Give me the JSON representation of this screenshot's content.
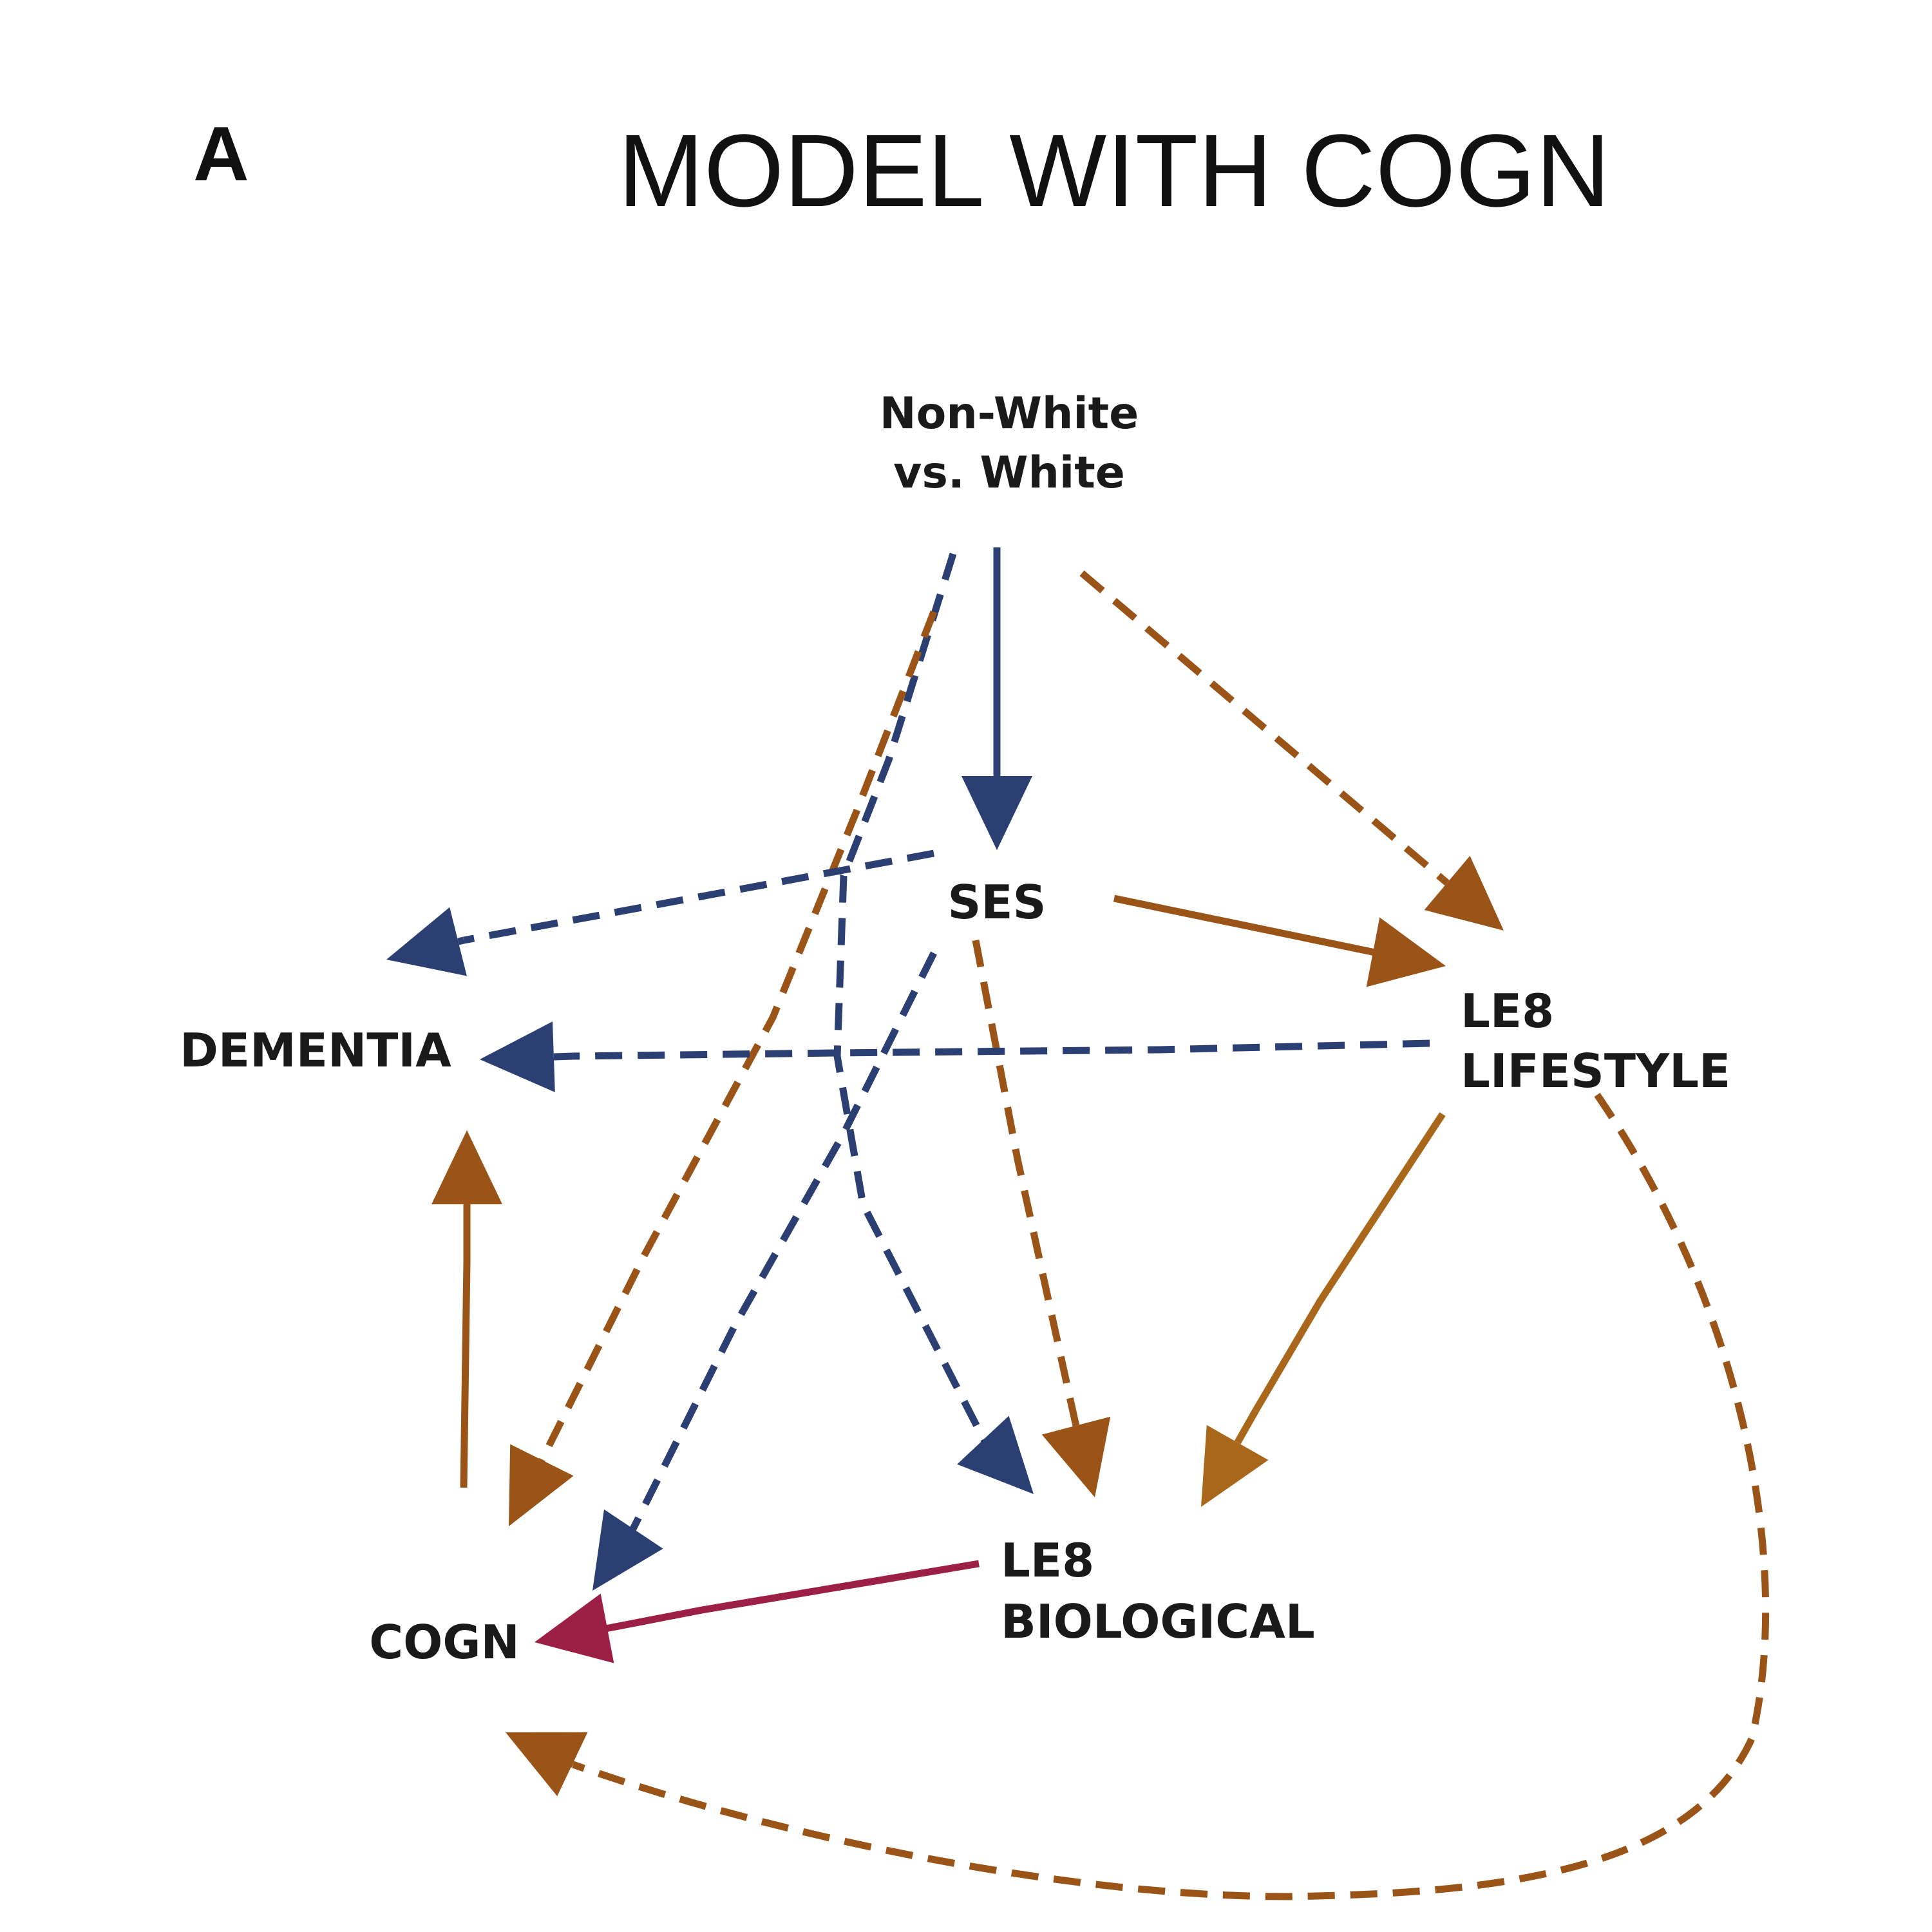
{
  "panel_letter": "A",
  "title": "MODEL WITH COGN",
  "colors": {
    "blue": "#2b3f72",
    "brown": "#9a5418",
    "gold": "#a8671a",
    "crimson": "#9c1f45",
    "text": "#1a1a1a"
  },
  "nodes": {
    "race": {
      "line1": "Non-White",
      "line2": "vs. White"
    },
    "ses": {
      "label": "SES"
    },
    "dementia": {
      "label": "DEMENTIA"
    },
    "le8_lifestyle": {
      "line1": "LE8",
      "line2": "LIFESTYLE"
    },
    "cogn": {
      "label": "COGN"
    },
    "le8_biological": {
      "line1": "LE8",
      "line2": "BIOLOGICAL"
    }
  },
  "edges": [
    {
      "from": "Non-White vs. White",
      "to": "SES",
      "color": "blue",
      "style": "solid"
    },
    {
      "from": "Non-White vs. White",
      "to": "LE8 LIFESTYLE",
      "color": "brown",
      "style": "dashed"
    },
    {
      "from": "Non-White vs. White",
      "to": "LE8 BIOLOGICAL",
      "color": "blue",
      "style": "dashed"
    },
    {
      "from": "Non-White vs. White",
      "to": "COGN",
      "color": "brown",
      "style": "dashed"
    },
    {
      "from": "SES",
      "to": "DEMENTIA",
      "color": "blue",
      "style": "dashed"
    },
    {
      "from": "SES",
      "to": "LE8 LIFESTYLE",
      "color": "brown",
      "style": "solid"
    },
    {
      "from": "SES",
      "to": "LE8 BIOLOGICAL",
      "color": "brown",
      "style": "dashed"
    },
    {
      "from": "SES",
      "to": "COGN",
      "color": "blue",
      "style": "dashed"
    },
    {
      "from": "LE8 LIFESTYLE",
      "to": "DEMENTIA",
      "color": "blue",
      "style": "dashed"
    },
    {
      "from": "LE8 LIFESTYLE",
      "to": "LE8 BIOLOGICAL",
      "color": "gold",
      "style": "solid"
    },
    {
      "from": "LE8 LIFESTYLE",
      "to": "COGN",
      "color": "brown",
      "style": "dashed"
    },
    {
      "from": "COGN",
      "to": "DEMENTIA",
      "color": "brown",
      "style": "solid"
    },
    {
      "from": "LE8 BIOLOGICAL",
      "to": "COGN",
      "color": "crimson",
      "style": "solid"
    }
  ]
}
